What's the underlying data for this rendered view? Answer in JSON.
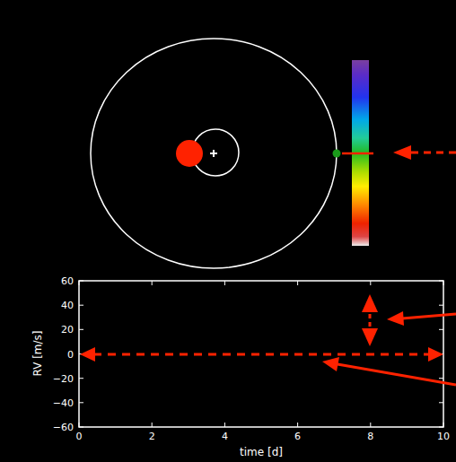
{
  "diagram": {
    "labels": [
      "60",
      "40",
      "20",
      "0",
      "−20",
      "−40",
      "−60",
      "RV [m/s]",
      "0",
      "2",
      "4",
      "6",
      "8",
      "10",
      "time [d]"
    ]
  }
}
